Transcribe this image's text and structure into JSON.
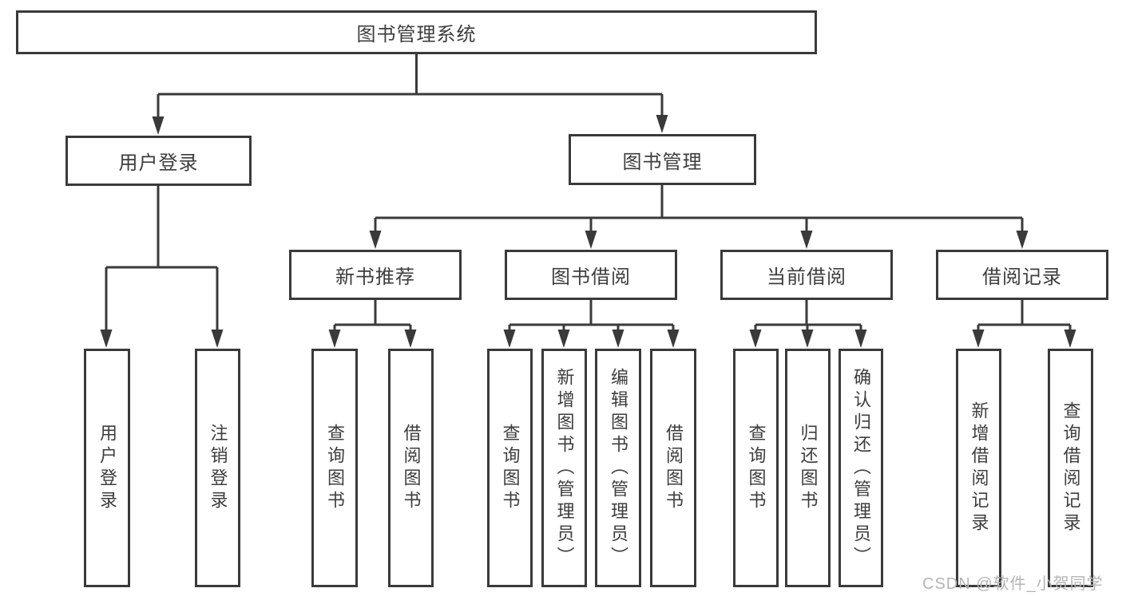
{
  "watermark": "CSDN @软件_小贺同学",
  "colors": {
    "line": "#3a3a3a",
    "text": "#3d3d3d",
    "watermark": "#b5b5b5",
    "background": "#ffffff"
  },
  "tree": {
    "label": "图书管理系统",
    "children": [
      {
        "label": "用户登录",
        "children": [
          {
            "label": "用户登录"
          },
          {
            "label": "注销登录"
          }
        ]
      },
      {
        "label": "图书管理",
        "children": [
          {
            "label": "新书推荐",
            "children": [
              {
                "label": "查询图书"
              },
              {
                "label": "借阅图书"
              }
            ]
          },
          {
            "label": "图书借阅",
            "children": [
              {
                "label": "查询图书"
              },
              {
                "label": "新增图书（管理员）"
              },
              {
                "label": "编辑图书（管理员）"
              },
              {
                "label": "借阅图书"
              }
            ]
          },
          {
            "label": "当前借阅",
            "children": [
              {
                "label": "查询图书"
              },
              {
                "label": "归还图书"
              },
              {
                "label": "确认归还（管理员）"
              }
            ]
          },
          {
            "label": "借阅记录",
            "children": [
              {
                "label": "新增借阅记录"
              },
              {
                "label": "查询借阅记录"
              }
            ]
          }
        ]
      }
    ]
  }
}
